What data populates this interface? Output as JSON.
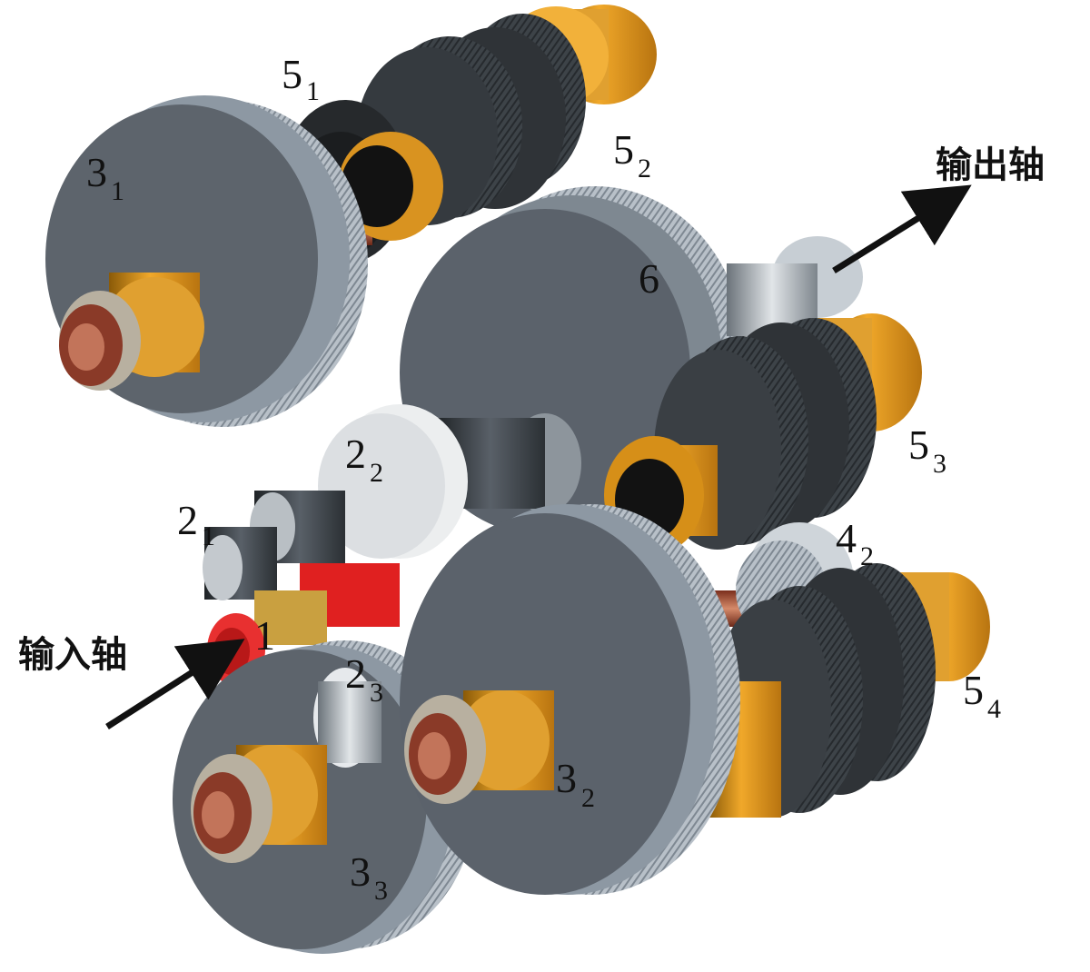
{
  "labels": {
    "input_shaft": "输入轴",
    "output_shaft": "输出轴",
    "gear_1": "1",
    "gear_2_1": {
      "main": "2",
      "sub": "1"
    },
    "gear_2_2": {
      "main": "2",
      "sub": "2"
    },
    "gear_2_3": {
      "main": "2",
      "sub": "3"
    },
    "gear_3_1": {
      "main": "3",
      "sub": "1"
    },
    "gear_3_2": {
      "main": "3",
      "sub": "2"
    },
    "gear_3_3": {
      "main": "3",
      "sub": "3"
    },
    "gear_4_2": {
      "main": "4",
      "sub": "2"
    },
    "gear_5_1": {
      "main": "5",
      "sub": "1"
    },
    "gear_5_2": {
      "main": "5",
      "sub": "2"
    },
    "gear_5_3": {
      "main": "5",
      "sub": "3"
    },
    "gear_5_4": {
      "main": "5",
      "sub": "4"
    },
    "gear_6": "6"
  },
  "colors": {
    "large_gear": "#5b626b",
    "large_gear_rim": "#9aa6b2",
    "small_gear": "#3a3f44",
    "sleeve": "#d8921a",
    "shaft": "#b5604a",
    "input_gear": "#e02020",
    "pinion": "#e8eaec"
  }
}
